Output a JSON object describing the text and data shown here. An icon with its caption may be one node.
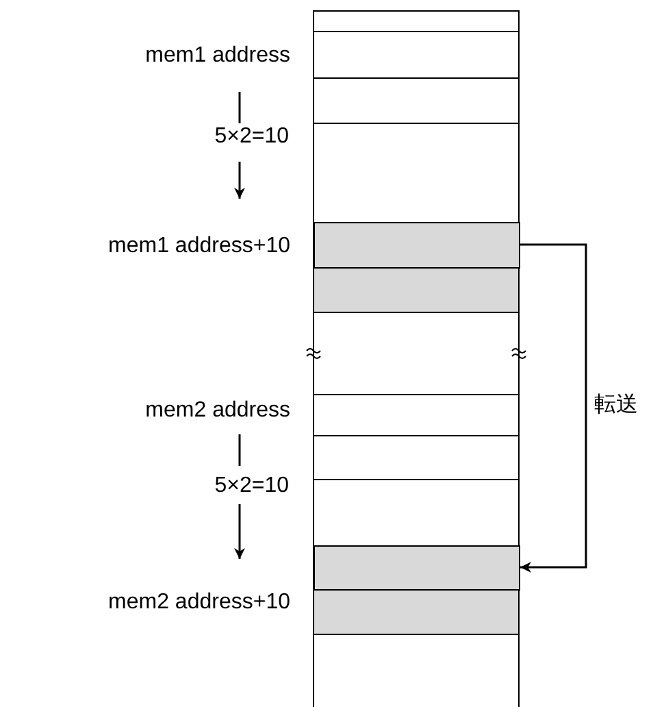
{
  "diagram": {
    "nodes": [
      {
        "text": [],
        "shape": "box"
      },
      {
        "text": [],
        "shape": "box"
      }
    ],
    "edges": [
      {
        "from": 0,
        "to": 1,
        "arrow": "to",
        "label": "転送"
      }
    ],
    "labels": [
      "mem1 address",
      "5×2=10",
      "mem1 address+10",
      "mem2 address",
      "5×2=10",
      "mem2 address+10"
    ]
  }
}
